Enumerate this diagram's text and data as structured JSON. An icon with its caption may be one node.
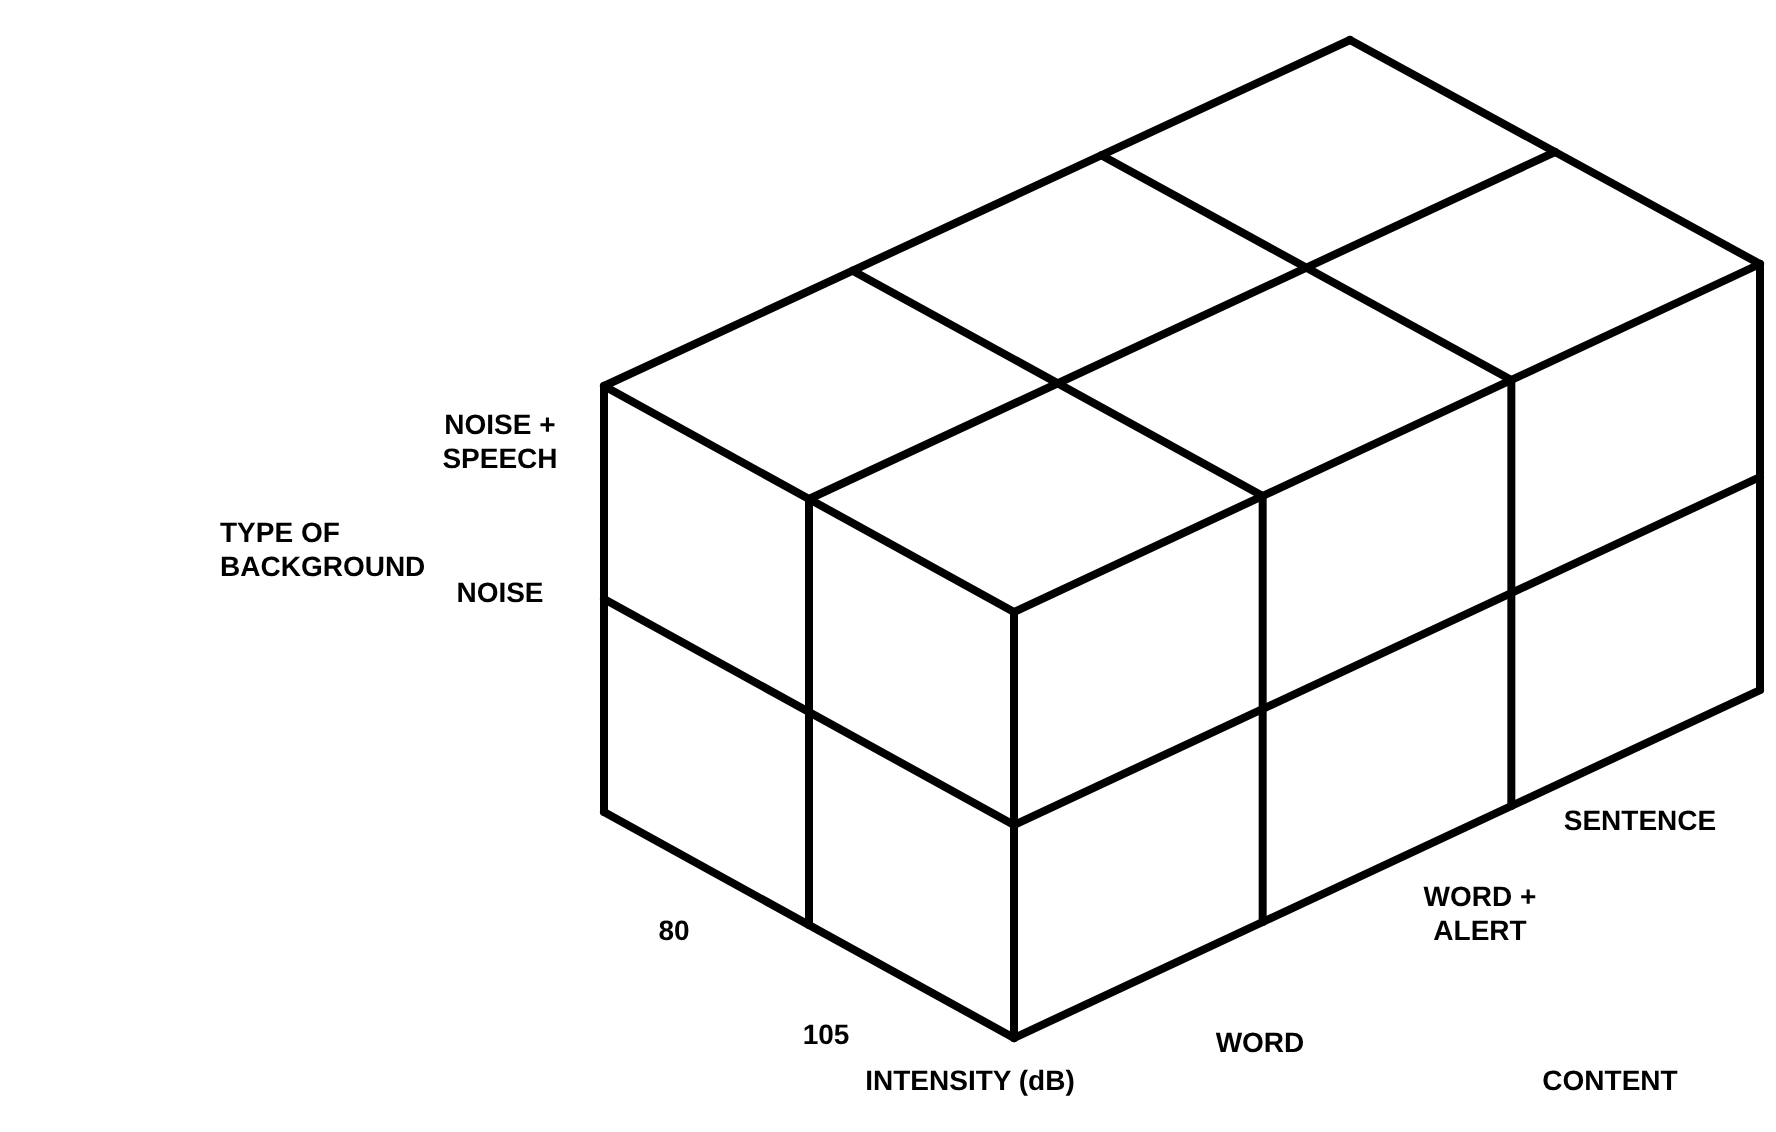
{
  "diagram": {
    "labels": [
      "NOISE + SPEECH",
      "TYPE OF BACKGROUND",
      "NOISE",
      "SENTENCE",
      "80",
      "WORD + ALERT",
      "105",
      "WORD",
      "INTENSITY (dB)",
      "CONTENT"
    ]
  }
}
